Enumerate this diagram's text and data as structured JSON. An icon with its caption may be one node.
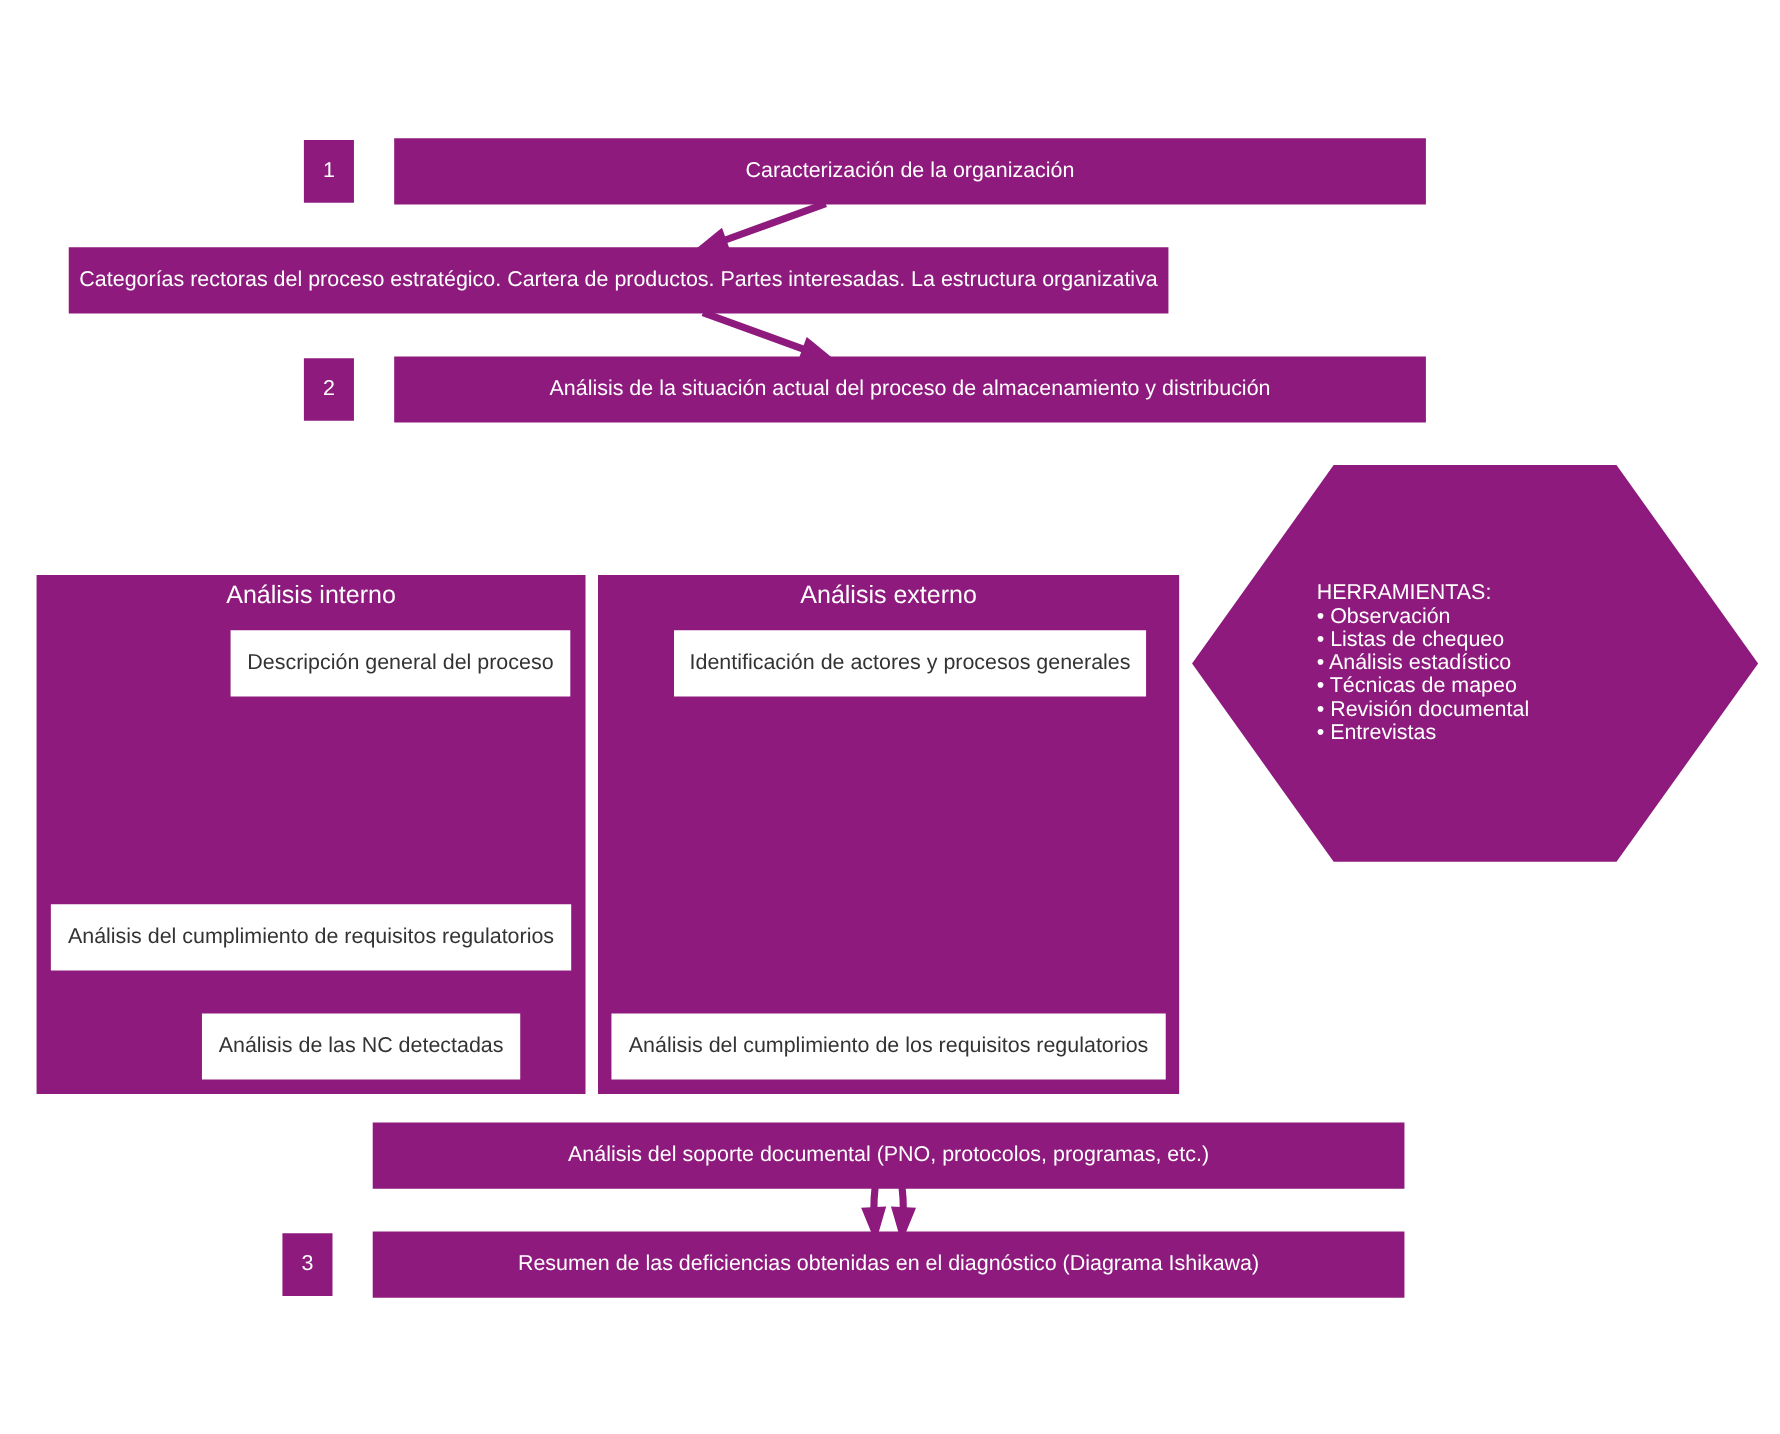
{
  "diagram": {
    "nodes": [
      {
        "text": [
          "1"
        ]
      },
      {
        "text": [
          "Caracterización de la organización"
        ]
      },
      {
        "text": [
          "Categorías rectoras del proceso estratégico. Cartera de productos. Partes interesadas. La estructura organizativa"
        ]
      },
      {
        "text": [
          "2"
        ]
      },
      {
        "text": [
          "Análisis de la situación actual del proceso de almacenamiento y distribución"
        ]
      },
      {
        "text": [
          "Análisis interno"
        ]
      },
      {
        "text": [
          "Descripción general del proceso"
        ],
        "in": 5
      },
      {
        "text": [
          "Análisis del cumplimiento de requisitos regulatorios"
        ],
        "in": 5
      },
      {
        "text": [
          "Análisis de las NC detectadas"
        ],
        "in": 5
      },
      {
        "text": [
          "HERRAMIENTAS:",
          "• Observación",
          "• Listas de chequeo",
          "• Análisis estadístico",
          "• Técnicas de mapeo",
          "• Revisión documental",
          "• Entrevistas"
        ]
      },
      {
        "text": [
          "Análisis externo"
        ]
      },
      {
        "text": [
          "Identificación de actores y procesos generales"
        ],
        "in": 10
      },
      {
        "text": [
          "Análisis del cumplimiento de los requisitos regulatorios"
        ],
        "in": 10
      },
      {
        "text": [
          "Análisis del soporte documental (PNO, protocolos, programas, etc.)"
        ]
      },
      {
        "text": [
          "3"
        ]
      },
      {
        "text": [
          "Resumen de las deficiencias obtenidas en el diagnóstico (Diagrama Ishikawa)"
        ]
      }
    ],
    "edges": [
      {
        "from": 1,
        "to": 2,
        "arrow": "to"
      },
      {
        "from": 2,
        "to": 4,
        "arrow": "to"
      },
      {
        "from": 13,
        "to": 15,
        "arrow": "to"
      },
      {
        "from": 13,
        "to": 15,
        "arrow": "to"
      }
    ]
  }
}
